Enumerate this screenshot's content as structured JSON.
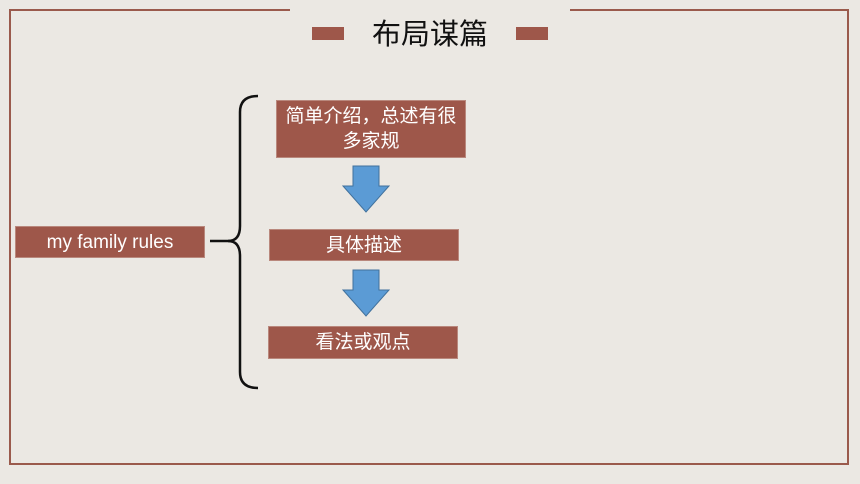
{
  "title": "布局谋篇",
  "root": {
    "label": "my family rules"
  },
  "steps": [
    {
      "label": "简单介绍，总述有很多家规"
    },
    {
      "label": "具体描述"
    },
    {
      "label": "看法或观点"
    }
  ],
  "colors": {
    "background": "#ebe8e3",
    "frame": "#9a5a4c",
    "box_fill": "#9e574a",
    "arrow_fill": "#5b9bd5",
    "arrow_stroke": "#41719c"
  }
}
